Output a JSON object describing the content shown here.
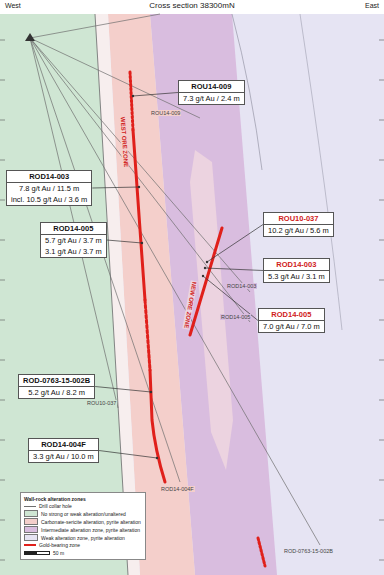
{
  "diagram": {
    "title": "Cross section 38300mN",
    "nodes": [
      {
        "text": [
          "ROU14-009",
          "7.3 g/t Au / 2.4 m"
        ]
      },
      {
        "text": [
          "ROD14-003",
          "7.8 g/t Au / 11.5 m",
          "incl. 10.5 g/t Au / 3.6 m"
        ]
      },
      {
        "text": [
          "ROD14-005",
          "5.7 g/t Au / 3.7 m",
          "3.1 g/t Au / 3.7 m"
        ]
      },
      {
        "text": [
          "ROU10-037",
          "10.2 g/t Au / 5.6 m"
        ]
      },
      {
        "text": [
          "ROD14-003",
          "5.3 g/t Au / 3.1 m"
        ]
      },
      {
        "text": [
          "ROD14-005",
          "7.0 g/t Au / 7.0 m"
        ]
      },
      {
        "text": [
          "ROD-0763-15-002B",
          "5.2 g/t Au / 8.2 m"
        ]
      },
      {
        "text": [
          "ROD14-004F",
          "3.3 g/t Au / 10.0 m"
        ]
      }
    ],
    "labels": [
      "West",
      "East",
      "WEST ORE ZONE",
      "NEW ORE ZONE",
      "ROU14-009",
      "ROD14-003",
      "ROD14-005",
      "ROU10-037",
      "ROD14-004F",
      "ROD-0763-15-002B",
      "Wall-rock alteration zones",
      "50 m"
    ],
    "legend": [
      {
        "text": "Drill collar hole"
      },
      {
        "text": "No strong or weak alteration/unaltered",
        "color": "#cfe6d3"
      },
      {
        "text": "Carbonate-sericite alteration, pyrite alteration",
        "color": "#f4cfcb"
      },
      {
        "text": "Intermediate alteration zone, pyrite alteration",
        "color": "#d9bddf"
      },
      {
        "text": "Weak alteration zone, pyrite alteration",
        "color": "#e6e4f3"
      },
      {
        "text": "Gold-bearing zone"
      }
    ]
  }
}
